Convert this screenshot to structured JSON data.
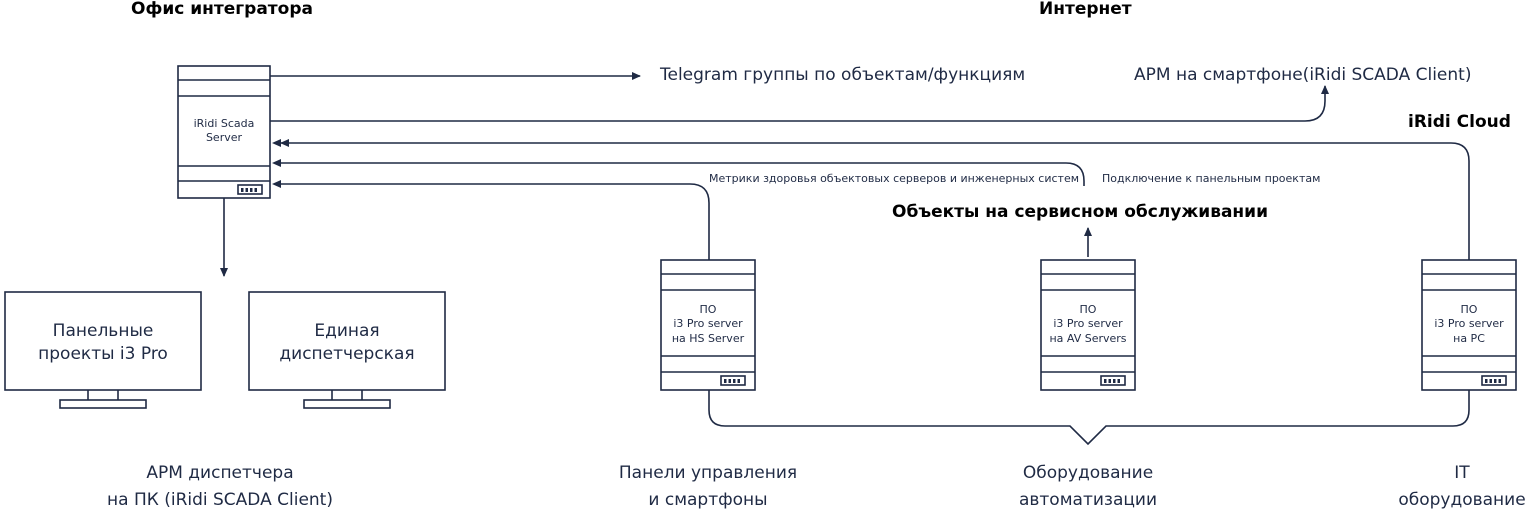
{
  "headers": {
    "office": "Офис интегратора",
    "internet": "Интернет",
    "cloud": "iRidi Cloud",
    "objects": "Объекты на сервисном обслуживании"
  },
  "labels": {
    "telegram": "Telegram группы по объектам/функциям",
    "apm_phone": "АРМ на смартфоне(iRidi SCADA Client)",
    "metrics": "Метрики здоровья объектовых серверов и инженерных систем",
    "panel_connect": "Подключение к панельным проектам"
  },
  "main_server": {
    "line1": "iRidi Scada",
    "line2": "Server"
  },
  "servers": [
    {
      "line1": "ПО",
      "line2": "i3 Pro server",
      "line3": "на HS Server"
    },
    {
      "line1": "ПО",
      "line2": "i3 Pro server",
      "line3": "на AV Servers"
    },
    {
      "line1": "ПО",
      "line2": "i3 Pro server",
      "line3": "на PC"
    }
  ],
  "monitors": [
    {
      "line1": "Панельные",
      "line2": "проекты i3 Pro"
    },
    {
      "line1": "Единая",
      "line2": "диспетчерская"
    }
  ],
  "bottom": {
    "apm_pc_1": "АРМ диспетчера",
    "apm_pc_2": "на ПК (iRidi SCADA Client)",
    "panels_1": "Панели управления",
    "panels_2": "и смартфоны",
    "automation_1": "Оборудование",
    "automation_2": "автоматизации",
    "it_1": "IT",
    "it_2": "оборудование"
  },
  "colors": {
    "stroke": "#1f2a44",
    "background": "#ffffff"
  }
}
